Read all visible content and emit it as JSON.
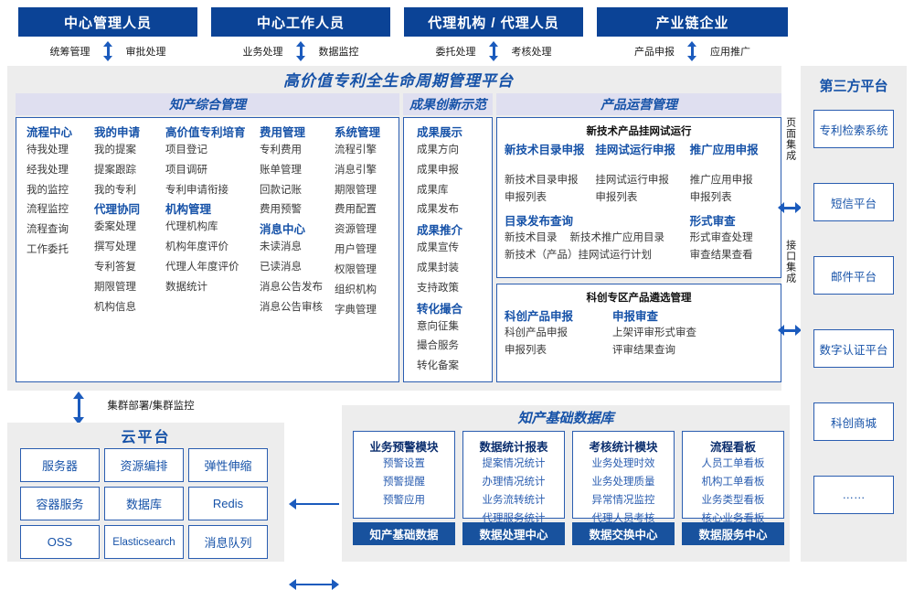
{
  "actors": [
    {
      "title": "中心管理人员",
      "left": "统筹管理",
      "right": "审批处理"
    },
    {
      "title": "中心工作人员",
      "left": "业务处理",
      "right": "数据监控"
    },
    {
      "title": "代理机构 / 代理人员",
      "left": "委托处理",
      "right": "考核处理"
    },
    {
      "title": "产业链企业",
      "left": "产品申报",
      "right": "应用推广"
    }
  ],
  "platform": {
    "title": "高价值专利全生命周期管理平台",
    "groups": {
      "zhichan": {
        "title": "知产综合管理",
        "columns": [
          {
            "head": "流程中心",
            "items": [
              "待我处理",
              "经我处理",
              "我的监控",
              "流程监控",
              "流程查询",
              "工作委托"
            ]
          },
          {
            "head": "我的申请",
            "items": [
              "我的提案",
              "提案跟踪",
              "我的专利"
            ]
          },
          {
            "head": "代理协同",
            "items": [
              "委案处理",
              "撰写处理",
              "专利答复",
              "期限管理",
              "机构信息"
            ]
          },
          {
            "head": "高价值专利培育",
            "items": [
              "项目登记",
              "项目调研",
              "专利申请衔接"
            ]
          },
          {
            "head": "机构管理",
            "items": [
              "代理机构库",
              "机构年度评价",
              "代理人年度评价",
              "数据统计"
            ]
          },
          {
            "head": "费用管理",
            "items": [
              "专利费用",
              "账单管理",
              "回款记账",
              "费用预警"
            ]
          },
          {
            "head": "消息中心",
            "items": [
              "未读消息",
              "已读消息",
              "消息公告发布",
              "消息公告审核"
            ]
          },
          {
            "head": "系统管理",
            "items": [
              "流程引擎",
              "消息引擎",
              "期限管理",
              "费用配置",
              "资源管理",
              "用户管理",
              "权限管理",
              "组织机构",
              "字典管理"
            ]
          }
        ]
      },
      "chengguo": {
        "title": "成果创新示范",
        "columns": [
          {
            "head": "成果展示",
            "items": [
              "成果方向",
              "成果申报",
              "成果库",
              "成果发布"
            ]
          },
          {
            "head": "成果推介",
            "items": [
              "成果宣传",
              "成果封装",
              "支持政策"
            ]
          },
          {
            "head": "转化撮合",
            "items": [
              "意向征集",
              "撮合服务",
              "转化备案"
            ]
          }
        ]
      },
      "chanpin": {
        "title": "产品运营管理",
        "card1": {
          "head": "新技术产品挂网试运行",
          "columns": [
            {
              "head": "新技术目录申报",
              "items": [
                "新技术目录申报",
                "申报列表"
              ]
            },
            {
              "head": "挂网试运行申报",
              "items": [
                "挂网试运行申报",
                "申报列表"
              ]
            },
            {
              "head": "推广应用申报",
              "items": [
                "推广应用申报",
                "申报列表"
              ]
            }
          ],
          "row2": [
            {
              "head": "目录发布查询",
              "items": [
                "新技术目录",
                "新技术推广应用目录",
                "新技术（产品）挂网试运行计划"
              ]
            },
            {
              "head": "形式审查",
              "items": [
                "形式审查处理",
                "审查结果查看"
              ]
            }
          ]
        },
        "card2": {
          "head": "科创专区产品遴选管理",
          "columns": [
            {
              "head": "科创产品申报",
              "items": [
                "科创产品申报",
                "申报列表"
              ]
            },
            {
              "head": "申报审查",
              "items": [
                "上架评审形式审查",
                "评审结果查询"
              ]
            }
          ]
        }
      }
    }
  },
  "integration": {
    "page_label": "页面集成",
    "api_label": "接口集成"
  },
  "third_party": {
    "title": "第三方平台",
    "items": [
      "专利检索系统",
      "短信平台",
      "邮件平台",
      "数字认证平台",
      "科创商城",
      "……"
    ]
  },
  "cloud": {
    "cluster_label": "集群部署/集群监控",
    "title": "云平台",
    "cells": [
      "服务器",
      "资源编排",
      "弹性伸缩",
      "容器服务",
      "数据库",
      "Redis",
      "OSS",
      "Elasticsearch",
      "消息队列"
    ]
  },
  "database": {
    "title": "知产基础数据库",
    "cards": [
      {
        "head": "业务预警模块",
        "items": [
          "预警设置",
          "预警提醒",
          "预警应用"
        ],
        "footer": "知产基础数据"
      },
      {
        "head": "数据统计报表",
        "items": [
          "提案情况统计",
          "办理情况统计",
          "业务流转统计",
          "代理服务统计"
        ],
        "footer": "数据处理中心"
      },
      {
        "head": "考核统计模块",
        "items": [
          "业务处理时效",
          "业务处理质量",
          "异常情况监控",
          "代理人员考核"
        ],
        "footer": "数据交换中心"
      },
      {
        "head": "流程看板",
        "items": [
          "人员工单看板",
          "机构工单看板",
          "业务类型看板",
          "核心业务看板"
        ],
        "footer": "数据服务中心"
      }
    ]
  },
  "colors": {
    "brand_dark_blue": "#0b4396",
    "accent_blue": "#1652a8",
    "border_blue": "#2a5db0",
    "panel_bg": "#ededed",
    "group_head_bg": "#dfdff0",
    "footer_blue": "#18529e"
  }
}
